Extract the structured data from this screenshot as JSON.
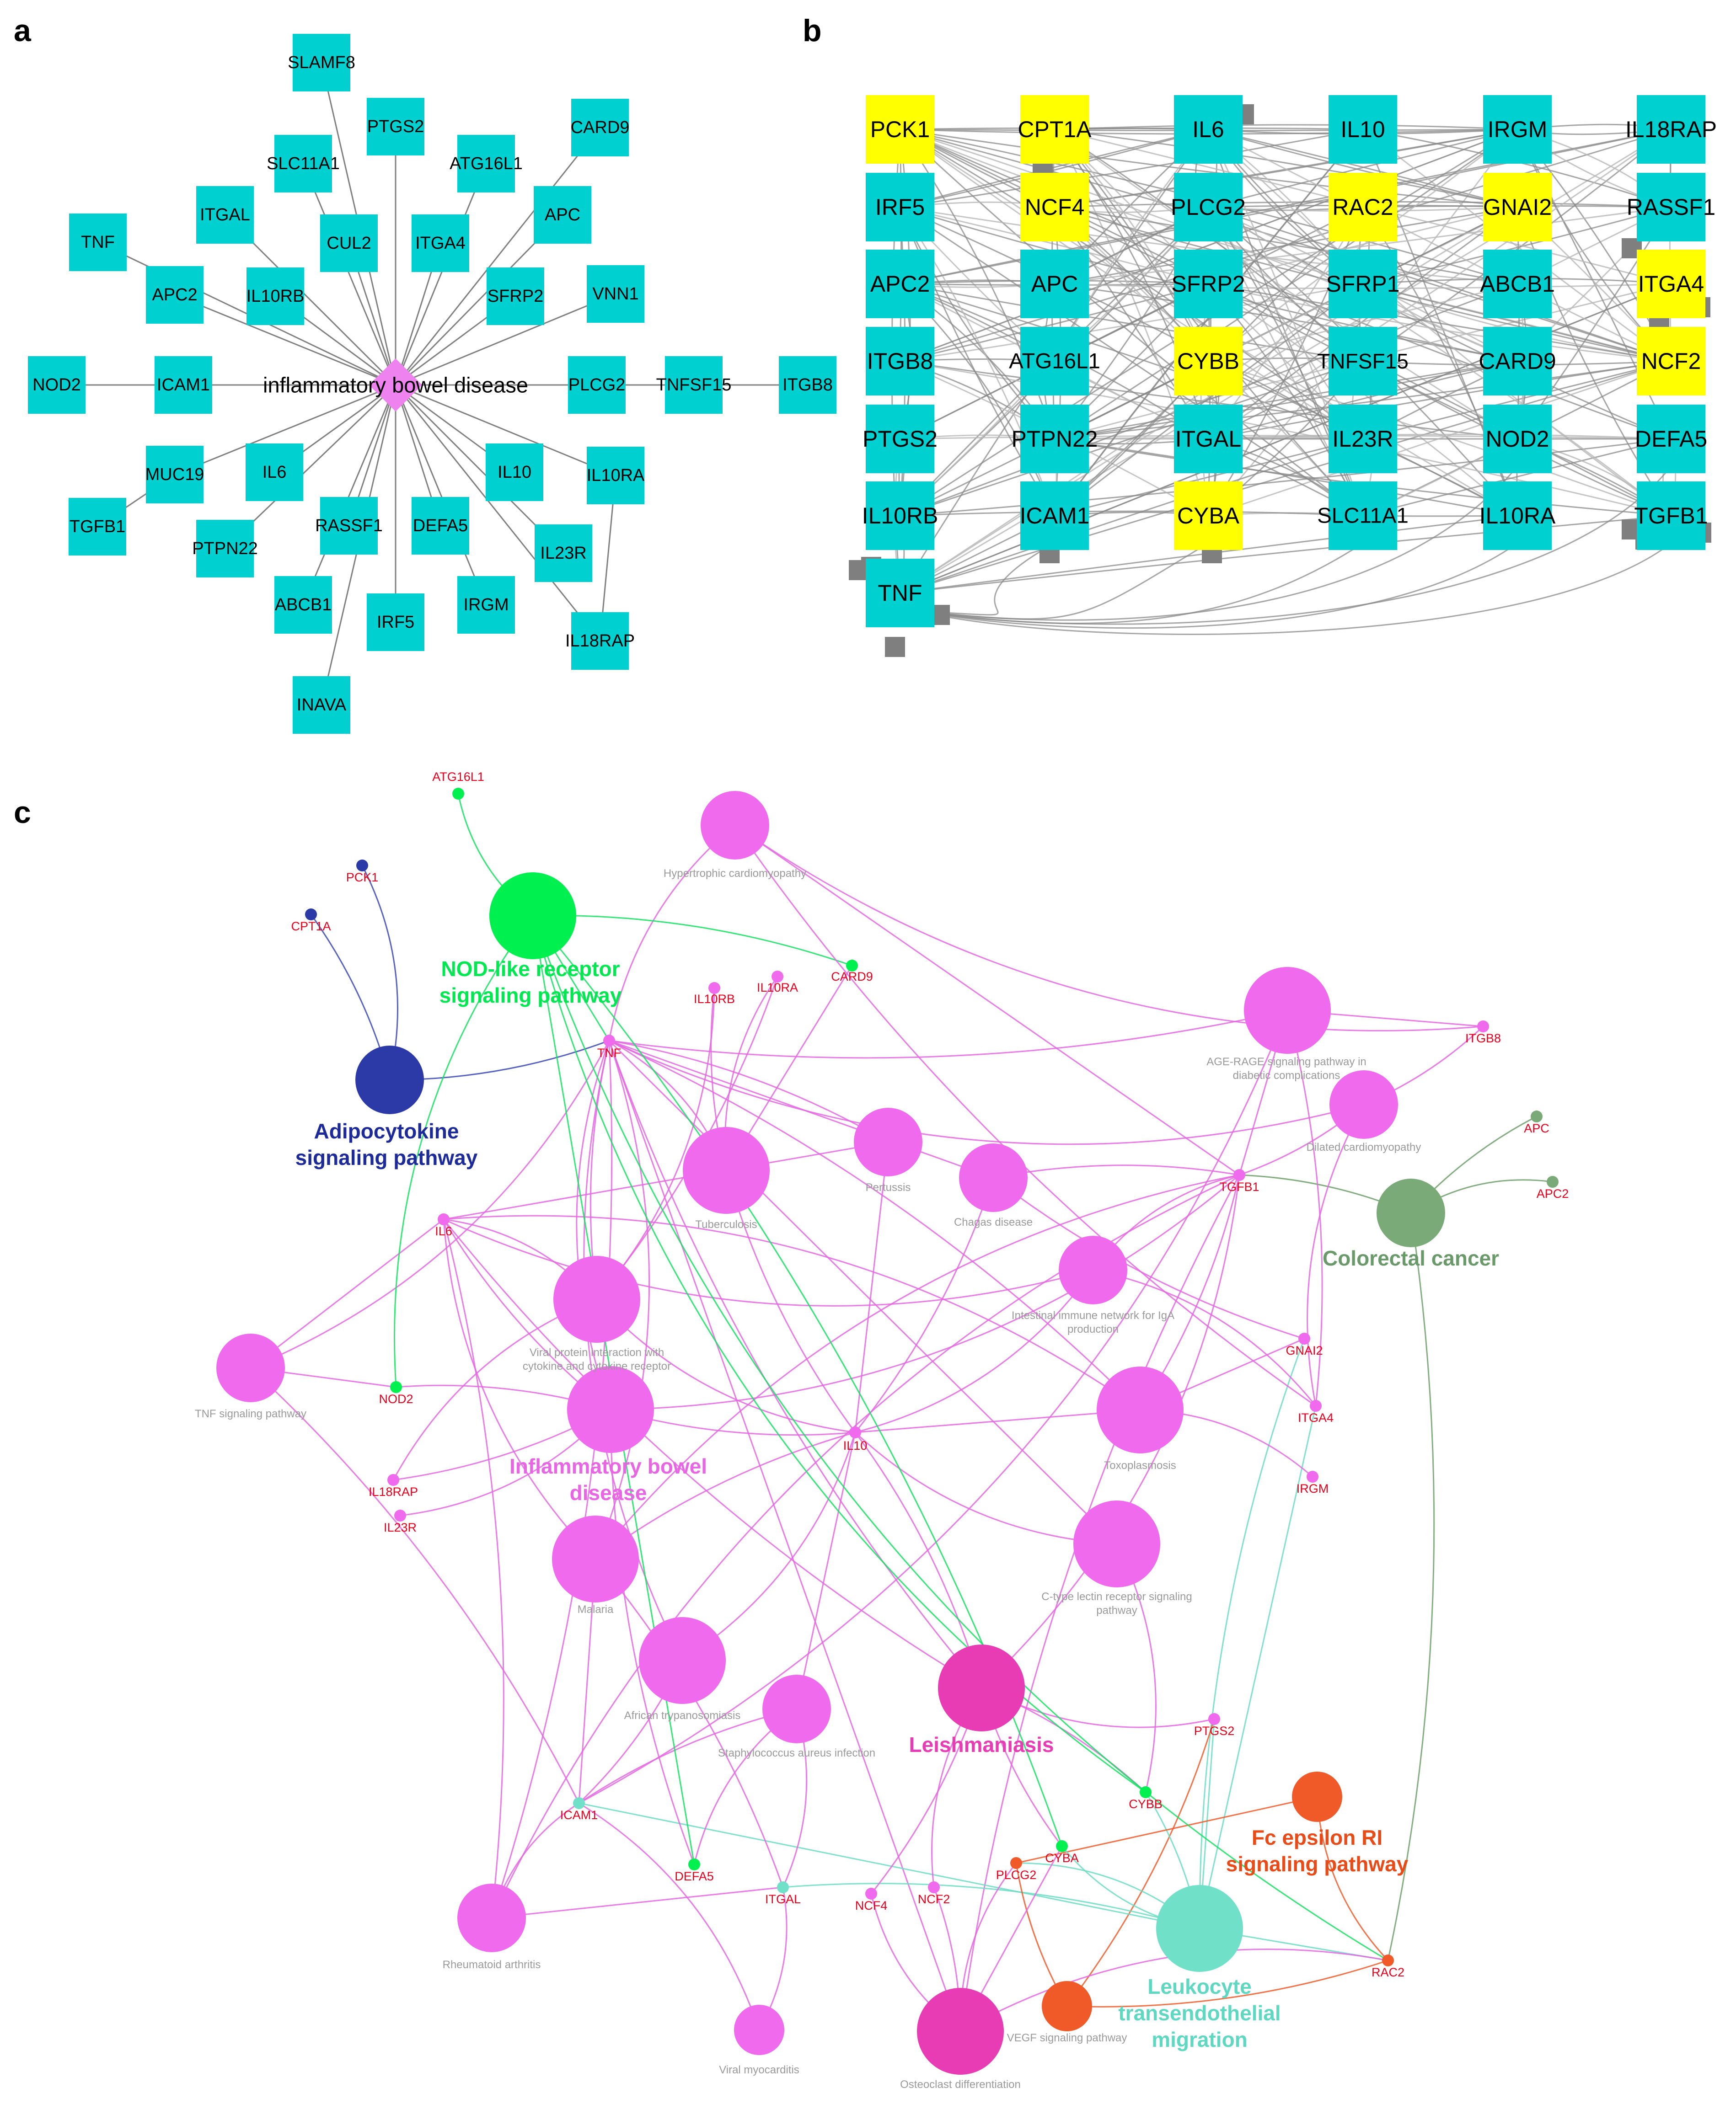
{
  "panel_a": {
    "letter": "a",
    "hub": "inflammatory bowel disease",
    "nodes": [
      "SLAMF8",
      "PTGS2",
      "CARD9",
      "SLC11A1",
      "ATG16L1",
      "ITGAL",
      "CUL2",
      "ITGA4",
      "APC",
      "TNF",
      "APC2",
      "IL10RB",
      "SFRP2",
      "VNN1",
      "NOD2",
      "ICAM1",
      "PLCG2",
      "TNFSF15",
      "ITGB8",
      "MUC19",
      "IL6",
      "IL10",
      "IL10RA",
      "TGFB1",
      "PTPN22",
      "RASSF1",
      "DEFA5",
      "IL23R",
      "ABCB1",
      "IRF5",
      "IRGM",
      "IL18RAP",
      "INAVA"
    ]
  },
  "panel_b": {
    "letter": "b",
    "grid": [
      [
        "PCK1",
        "CPT1A",
        "IL6",
        "IL10",
        "IRGM",
        "IL18RAP"
      ],
      [
        "IRF5",
        "NCF4",
        "PLCG2",
        "RAC2",
        "GNAI2",
        "RASSF1"
      ],
      [
        "APC2",
        "APC",
        "SFRP2",
        "SFRP1",
        "ABCB1",
        "ITGA4"
      ],
      [
        "ITGB8",
        "ATG16L1",
        "CYBB",
        "TNFSF15",
        "CARD9",
        "NCF2"
      ],
      [
        "PTGS2",
        "PTPN22",
        "ITGAL",
        "IL23R",
        "NOD2",
        "DEFA5"
      ],
      [
        "IL10RB",
        "ICAM1",
        "CYBA",
        "SLC11A1",
        "IL10RA",
        "TGFB1"
      ],
      [
        "TNF"
      ]
    ],
    "highlighted": [
      "PCK1",
      "CPT1A",
      "NCF4",
      "RAC2",
      "GNAI2",
      "ITGA4",
      "CYBB",
      "NCF2",
      "CYBA"
    ],
    "colors": {
      "default": "#00d0d0",
      "highlight": "#ffff00"
    }
  },
  "panel_c": {
    "letter": "c",
    "terms": {
      "hypertrophic": "Hypertrophic cardiomyopathy",
      "nod": "NOD-like receptor signaling pathway",
      "adipo": "Adipocytokine signaling pathway",
      "age": "AGE-RAGE signaling pathway in diabetic complications",
      "dilated": "Dilated cardiomyopathy",
      "colorectal": "Colorectal cancer",
      "tuberculosis": "Tuberculosis",
      "pertussis": "Pertussis",
      "chagas": "Chagas disease",
      "intestinal": "Intestinal immune network for IgA production",
      "viral_protein": "Viral protein interaction with cytokine and cytokine receptor",
      "tnf_sig": "TNF signaling pathway",
      "ibd": "Inflammatory bowel disease",
      "toxo": "Toxoplasmosis",
      "malaria": "Malaria",
      "ctype": "C-type lectin receptor signaling pathway",
      "african": "African trypanosomiasis",
      "staph": "Staphylococcus aureus infection",
      "leish": "Leishmaniasis",
      "fc": "Fc epsilon RI signaling pathway",
      "leuko": "Leukocyte transendothelial migration",
      "ra": "Rheumatoid arthritis",
      "viral_myo": "Viral myocarditis",
      "vegf": "VEGF signaling pathway",
      "osteo": "Osteoclast differentiation"
    },
    "genes": [
      "ATG16L1",
      "PCK1",
      "CPT1A",
      "IL10RB",
      "IL10RA",
      "CARD9",
      "TNF",
      "ITGB8",
      "APC",
      "APC2",
      "TGFB1",
      "IL6",
      "NOD2",
      "IL18RAP",
      "IL23R",
      "IL10",
      "GNAI2",
      "ITGA4",
      "IRGM",
      "PTGS2",
      "CYBB",
      "ICAM1",
      "DEFA5",
      "ITGAL",
      "NCF4",
      "NCF2",
      "PLCG2",
      "CYBA",
      "RAC2"
    ],
    "colors": {
      "magenta": "#f06aee",
      "deep_magenta": "#e83cb4",
      "green": "#00f050",
      "navy": "#2c3aa8",
      "olive": "#7aaa78",
      "orange": "#f05a28",
      "aqua": "#70e0c8",
      "gene_label": "#e8001c",
      "term_label": "#9a9a9a"
    }
  }
}
